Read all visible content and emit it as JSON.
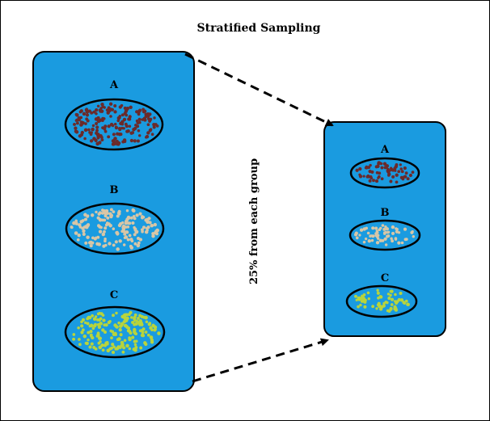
{
  "title": "Stratified Sampling",
  "middle_label": "25% from each group",
  "colors": {
    "panel_fill": "#1a9be0",
    "outline": "#000000",
    "group_a_dots": "#6b2a2a",
    "group_b_dots": "#d8c6a6",
    "group_c_dots": "#b8d43c"
  },
  "population": {
    "groups": [
      {
        "label": "A"
      },
      {
        "label": "B"
      },
      {
        "label": "C"
      }
    ]
  },
  "sample": {
    "groups": [
      {
        "label": "A"
      },
      {
        "label": "B"
      },
      {
        "label": "C"
      }
    ]
  }
}
